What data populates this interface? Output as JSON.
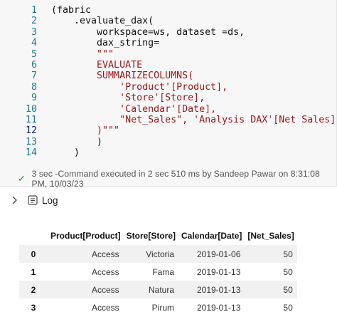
{
  "code": {
    "lines": [
      {
        "n": "1",
        "text": "(fabric",
        "kind": "code"
      },
      {
        "n": "2",
        "text": "    .evaluate_dax(",
        "kind": "code"
      },
      {
        "n": "3",
        "text": "        workspace=ws, dataset =ds,",
        "kind": "code"
      },
      {
        "n": "4",
        "text": "        dax_string=",
        "kind": "code"
      },
      {
        "n": "5",
        "text": "        \"\"\"",
        "kind": "str"
      },
      {
        "n": "6",
        "text": "        EVALUATE",
        "kind": "str"
      },
      {
        "n": "7",
        "text": "        SUMMARIZECOLUMNS(",
        "kind": "str"
      },
      {
        "n": "8",
        "text": "            'Product'[Product],",
        "kind": "str"
      },
      {
        "n": "9",
        "text": "            'Store'[Store],",
        "kind": "str"
      },
      {
        "n": "10",
        "text": "            'Calendar'[Date],",
        "kind": "str"
      },
      {
        "n": "11",
        "text": "            \"Net_Sales\", 'Analysis DAX'[Net Sales]",
        "kind": "str"
      },
      {
        "n": "12",
        "text": "        )\"\"\"",
        "kind": "str",
        "active": true
      },
      {
        "n": "13",
        "text": "        )",
        "kind": "code"
      },
      {
        "n": "14",
        "text": "    )",
        "kind": "code"
      }
    ]
  },
  "status": {
    "text": "3 sec -Command executed in 2 sec 510 ms by Sandeep Pawar on 8:31:08 PM, 10/03/23",
    "icon": "check-icon",
    "color": "#2e8b3a"
  },
  "log": {
    "label": "Log",
    "chevron": "chevron-right-icon",
    "icon": "log-icon"
  },
  "table": {
    "headers": [
      "",
      "Product[Product]",
      "Store[Store]",
      "Calendar[Date]",
      "[Net_Sales]"
    ],
    "rows": [
      [
        "0",
        "Access",
        "Victoria",
        "2019-01-06",
        "50"
      ],
      [
        "1",
        "Access",
        "Fama",
        "2019-01-13",
        "50"
      ],
      [
        "2",
        "Access",
        "Natura",
        "2019-01-13",
        "50"
      ],
      [
        "3",
        "Access",
        "Pirum",
        "2019-01-13",
        "50"
      ]
    ]
  }
}
